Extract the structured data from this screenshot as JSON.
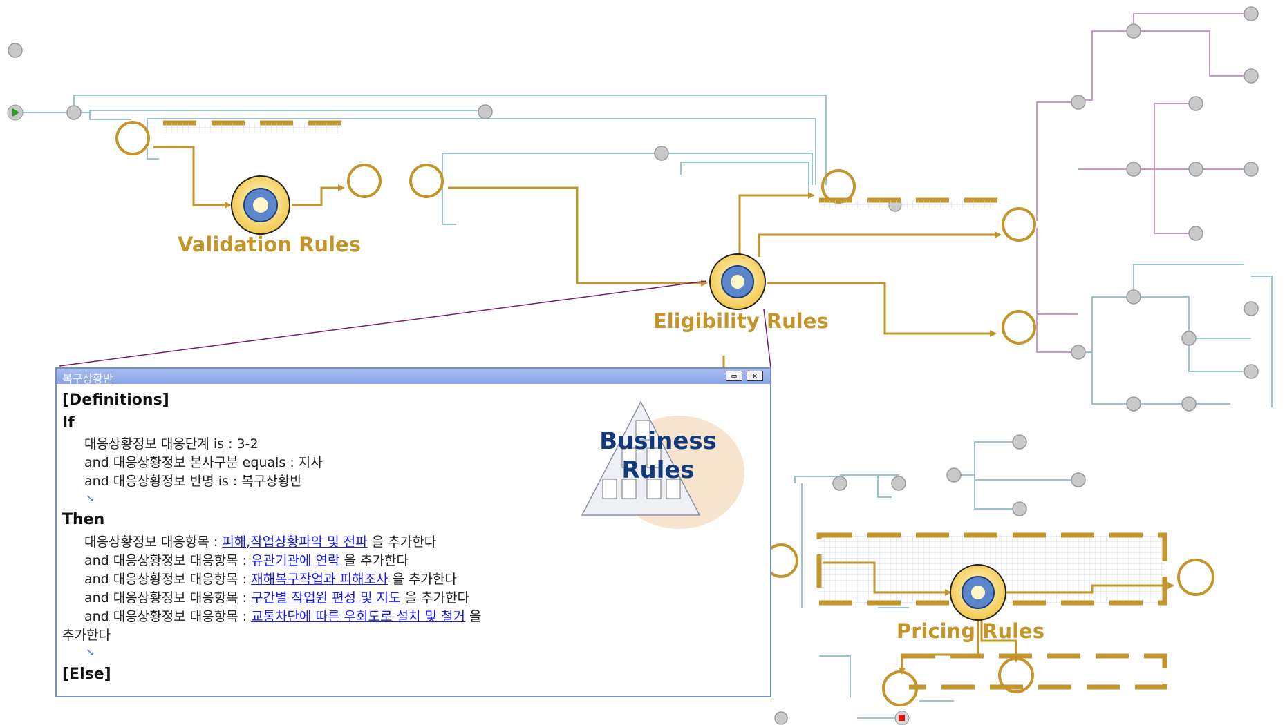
{
  "labels": {
    "validation": "Validation Rules",
    "eligibility": "Eligibility Rules",
    "pricing": "Pricing Rules"
  },
  "popup": {
    "title": "복구상황반",
    "definitions": "[Definitions]",
    "if": "If",
    "conditions": [
      {
        "prefix": "대응상황정보 대응단계 is : ",
        "value": "3-2"
      },
      {
        "prefix": "and 대응상황정보 본사구분 equals : ",
        "value": "지사"
      },
      {
        "prefix": "and 대응상황정보 반명 is : ",
        "value": "복구상황반"
      }
    ],
    "then": "Then",
    "actions": [
      {
        "prefix": "대응상황정보 대응항목 : ",
        "link": "피해,작업상황파악 및 전파",
        "suffix": " 을 추가한다"
      },
      {
        "prefix": "and 대응상황정보 대응항목 : ",
        "link": "유관기관에 연락",
        "suffix": " 을 추가한다"
      },
      {
        "prefix": "and 대응상황정보 대응항목 : ",
        "link": "재해복구작업과 피해조사",
        "suffix": " 을 추가한다"
      },
      {
        "prefix": "and 대응상황정보 대응항목 : ",
        "link": "구간별 작업원 편성 및 지도",
        "suffix": " 을 추가한다"
      },
      {
        "prefix": "and 대응상황정보 대응항목 : ",
        "link": "교통차단에 따른 우회도로 설치 및 철거",
        "suffix": " 을"
      }
    ],
    "wrap": "추가한다",
    "else": "[Else]",
    "business_rules": "Business Rules"
  },
  "icons": {
    "start": "play-icon",
    "stop": "stop-icon",
    "rules_engine": "gear-network-icon",
    "task": "gear-icon",
    "gateway": "branch-icon",
    "pyramid": "business-rules-pyramid-icon"
  },
  "colors": {
    "highlight": "#c4952a",
    "flow": "#9cc4cf",
    "flow_pink": "#c79bc7",
    "leader": "#7a1a6a"
  }
}
